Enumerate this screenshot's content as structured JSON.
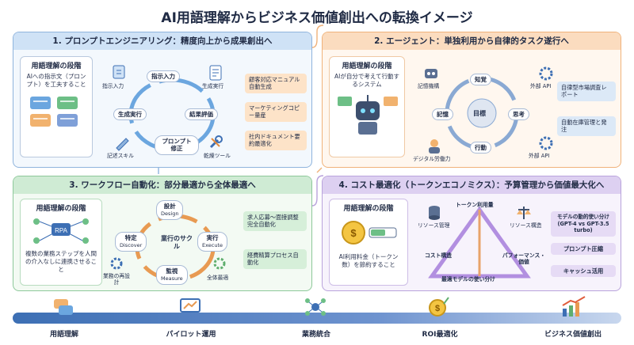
{
  "title": "AI用語理解からビジネス価値創出への転換イメージ",
  "panels": {
    "p1": {
      "heading": "1. プロンプトエンジニアリング：精度向上から成果創出へ",
      "stage_title": "用語理解の段階",
      "stage_desc": "AIへの指示文（プロンプト）を工夫すること",
      "cycle": [
        "指示入力",
        "結果評価",
        "プロンプト修正",
        "生成実行"
      ],
      "icons": [
        "指示入力",
        "生成実行",
        "記述スキル",
        "乾燥ツール"
      ],
      "chips": [
        "顧客対応マニュアル自動生成",
        "マーケティングコピー量産",
        "社内ドキュメント要約最適化"
      ]
    },
    "p2": {
      "heading": "2. エージェント：単独利用から自律的タスク遂行へ",
      "stage_title": "用語理解の段階",
      "stage_desc": "AIが自分で考えて行動するシステム",
      "center": "目標",
      "cycle": [
        "知覚",
        "思考",
        "行動",
        "記憶"
      ],
      "icons": [
        "記憶機構",
        "デジタル労働力",
        "外部 API",
        "外部 API"
      ],
      "chips": [
        "自律型市場調査レポート",
        "自動在庫管理と発注"
      ]
    },
    "p3": {
      "heading": "3. ワークフロー自動化：部分最適から全体最適へ",
      "stage_title": "用語理解の段階",
      "stage_desc": "複数の業務ステップを人間の介入なしに連携させること",
      "rpa": "RPA",
      "center": "業行のサクル",
      "cycle": [
        {
          "jp": "設計",
          "en": "Design"
        },
        {
          "jp": "実行",
          "en": "Execute"
        },
        {
          "jp": "監視",
          "en": "Measure"
        },
        {
          "jp": "特定",
          "en": "Discover"
        }
      ],
      "icons": [
        "業務の再設計",
        "監視 Measure",
        "全体最適"
      ],
      "chips": [
        "求人応募〜面接調整完全自動化",
        "経費精算プロセス自動化"
      ]
    },
    "p4": {
      "heading": "4. コスト最適化（トークンエコノミクス）：予算管理から価値最大化へ",
      "stage_title": "用語理解の段階",
      "stage_desc": "AI利用料金（トークン数）を節約すること",
      "labels": [
        "トークン利用量",
        "リソース管理",
        "リソース構造",
        "コスト構造",
        "パフォーマンス・価値",
        "最適モデルの使い分け"
      ],
      "chips": [
        "モデルの動的使い分け (GPT-4 vs GPT-3.5 turbo)",
        "プロンプト圧縮",
        "キャッシュ活用"
      ]
    }
  },
  "timeline": [
    "用語理解",
    "パイロット運用",
    "業務統合",
    "ROI最適化",
    "ビジネス価値創出"
  ],
  "colors": {
    "blue": "#3d6fb4",
    "orange": "#f0a15c",
    "green": "#5fae6e",
    "purple": "#8f72c4"
  }
}
